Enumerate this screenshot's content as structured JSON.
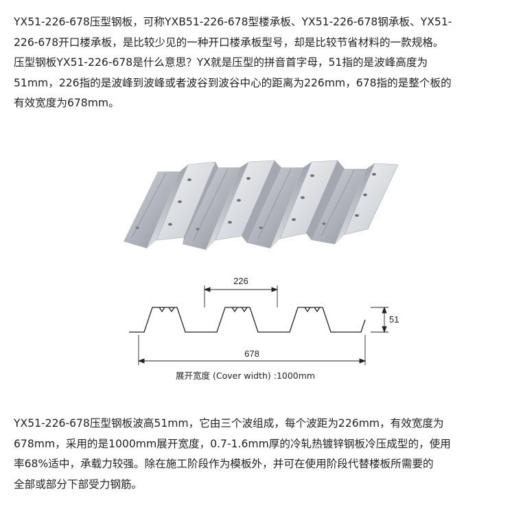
{
  "intro_lines": [
    "YX51-226-678压型钢板，可称YXB51-226-678型楼承板、YX51-226-678钢承板、YX51-",
    "226-678开口楼承板，是比较少见的一种开口楼承板型号，却是比较节省材料的一款规格。",
    "压型钢板YX51-226-678是什么意思？YX就是压型的拼音首字母，51指的是波峰高度为",
    "51mm，226指的是波峰到波峰或者波谷到波谷中心的距离为226mm，678指的是整个板的",
    "有效宽度为678mm。"
  ],
  "diagram": {
    "pitch_label": "226",
    "height_label": "51",
    "effective_width_label": "678",
    "caption": "展开宽度 (Cover width) :1000mm"
  },
  "summary_lines": [
    "YX51-226-678压型钢板波高51mm，它由三个波组成，每个波距为226mm，有效宽度为",
    "678mm，采用的是1000mm展开宽度，0.7-1.6mm厚的冷轧热镀锌钢板冷压成型的，使用",
    "率68%适中，承载力较强。除在施工阶段作为模板外，并可在使用阶段代替楼板所需要的",
    "全部或部分下部受力钢筋。"
  ],
  "colors": {
    "text": "#222222",
    "steel_light": "#e6e8ec",
    "steel_mid": "#b9bdc4",
    "steel_dark": "#7d828b"
  }
}
